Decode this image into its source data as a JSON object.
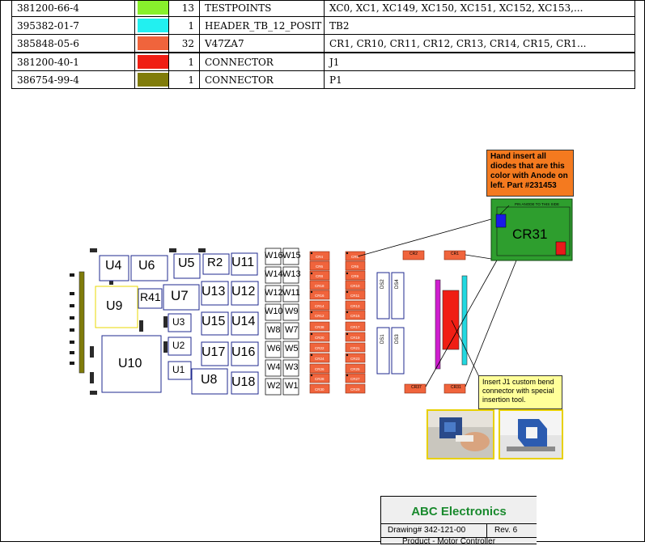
{
  "bom_rows": [
    {
      "part": "381200-66-4",
      "color": "#88f02c",
      "qty": "13",
      "desc": "TESTPOINTS",
      "refs": "XC0, XC1, XC149, XC150, XC151, XC152, XC153,..."
    },
    {
      "part": "395382-01-7",
      "color": "#22f0f0",
      "qty": "1",
      "desc": "HEADER_TB_12_POSIT",
      "refs": "TB2"
    },
    {
      "part": "385848-05-6",
      "color": "#f0643c",
      "qty": "32",
      "desc": "V47ZA7",
      "refs": "CR1, CR10, CR11, CR12, CR13, CR14, CR15, CR1..."
    },
    {
      "part": "381200-40-1",
      "color": "#f01e14",
      "qty": "1",
      "desc": "CONNECTOR",
      "refs": "J1"
    },
    {
      "part": "386754-99-4",
      "color": "#807c0a",
      "qty": "1",
      "desc": "CONNECTOR",
      "refs": "P1"
    }
  ],
  "components": {
    "u4": "U4",
    "u6": "U6",
    "u5": "U5",
    "r2": "R2",
    "u11": "U11",
    "u9": "U9",
    "r41": "R41",
    "u7": "U7",
    "u13": "U13",
    "u12": "U12",
    "u3": "U3",
    "u15": "U15",
    "u14": "U14",
    "u2": "U2",
    "u17": "U17",
    "u16": "U16",
    "u10": "U10",
    "u1": "U1",
    "u8": "U8",
    "u18": "U18",
    "w16": "W16",
    "w15": "W15",
    "w14": "W14",
    "w13": "W13",
    "w12": "W12",
    "w11": "W11",
    "w10": "W10",
    "w9": "W9",
    "w8": "W8",
    "w7": "W7",
    "w6": "W6",
    "w5": "W5",
    "w4": "W4",
    "w3": "W3",
    "w2": "W2",
    "w1": "W1",
    "ds2": "DS2",
    "ds4": "DS4",
    "ds1": "DS1",
    "ds3": "DS3",
    "cr2": "CR2",
    "cr1": "CR1",
    "cr37": "CR37",
    "cr31": "CR31"
  },
  "zoom_inset": {
    "label": "CR31",
    "note": "PIN ANODE TO THIS SIDE"
  },
  "callouts": {
    "diodes": "Hand insert all diodes that are this color with Anode on left.   Part #231453",
    "j1": "Insert J1 custom bend connector with special insertion tool."
  },
  "title_block": {
    "company": "ABC Electronics",
    "drawing": "Drawing# 342-121-00",
    "rev": "Rev. 6",
    "product": "Product - Motor Controller"
  },
  "colors": {
    "board_outline": "#1f2a8f",
    "u9_outline": "#e8d800",
    "zoom_green": "#2e9e2e",
    "callout_orange": "#f47a1f",
    "callout_yellow": "#ffff99"
  }
}
